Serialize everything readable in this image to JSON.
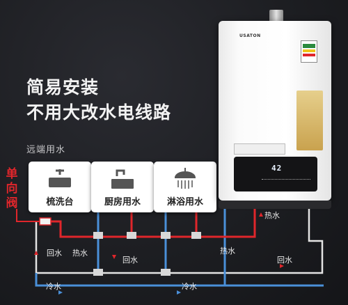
{
  "headline": {
    "line1": "简易安装",
    "line2": "不用大改水电线路"
  },
  "subtitle": "远端用水",
  "valve_label": [
    "单",
    "向",
    "阀"
  ],
  "fixtures": [
    {
      "label": "梳洗台",
      "icon": "sink-icon"
    },
    {
      "label": "厨房用水",
      "icon": "kitchen-faucet-icon"
    },
    {
      "label": "淋浴用水",
      "icon": "shower-icon"
    }
  ],
  "heater": {
    "brand": "USATON",
    "display": "42"
  },
  "pipe_labels": {
    "return_water": "回水",
    "hot_water": "热水",
    "cold_water": "冷水"
  },
  "colors": {
    "hot": "#e0262b",
    "cold": "#4a90d9",
    "return": "#e4e4e4",
    "valve": "#e0262b"
  }
}
